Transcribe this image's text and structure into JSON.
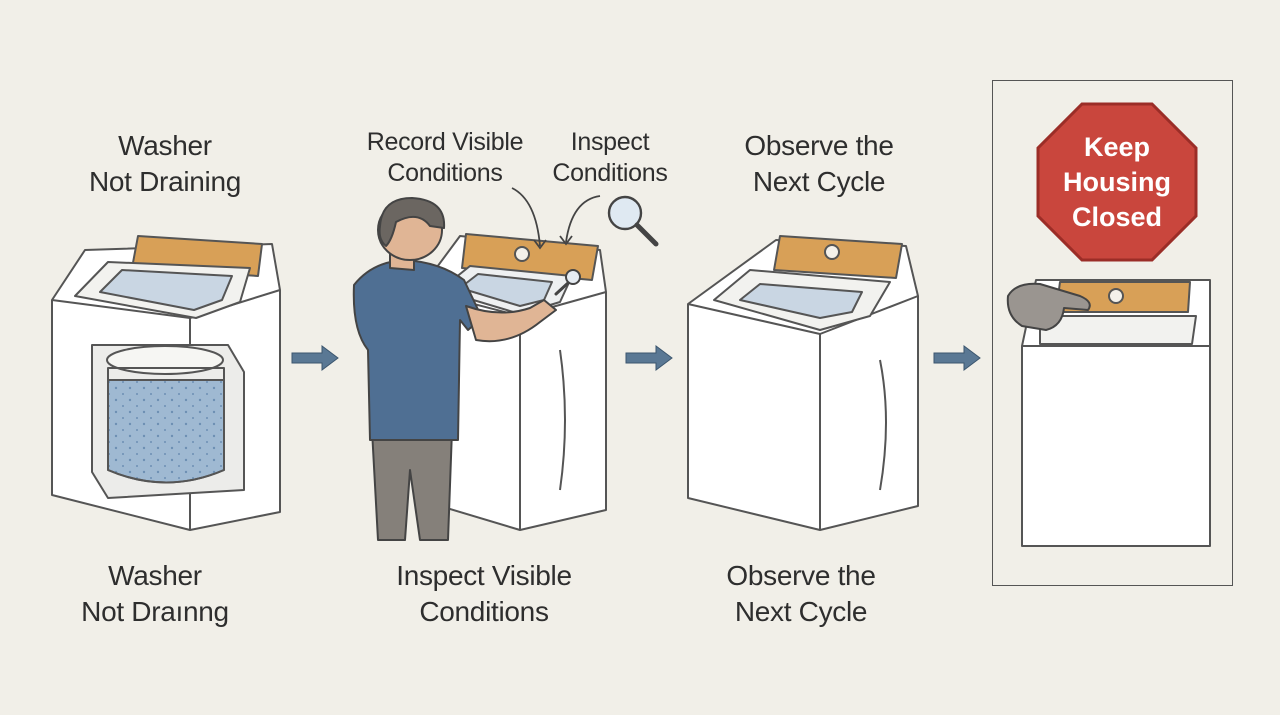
{
  "panels": [
    {
      "top_label": [
        "Washer",
        "Not Draining"
      ],
      "bottom_label": [
        "Washer",
        "Not Draınng"
      ]
    },
    {
      "callouts": [
        {
          "text": [
            "Record Visible",
            "Conditions"
          ]
        },
        {
          "text": [
            "Inspect",
            "Conditions"
          ]
        }
      ],
      "bottom_label": [
        "Inspect Visible",
        "Conditions"
      ]
    },
    {
      "top_label": [
        "Observe the",
        "Next Cycle"
      ],
      "bottom_label": [
        "Observe the",
        "Next Cycle"
      ]
    },
    {
      "sign": [
        "Keep",
        "Housing",
        "Closed"
      ]
    }
  ],
  "icons": [
    "washer-icon",
    "magnifier-icon",
    "arrow-right-icon",
    "stop-sign-icon",
    "pointing-hand-icon",
    "person-icon"
  ],
  "colors": {
    "background": "#f1efe8",
    "panel_orange": "#d8a057",
    "water_blue": "#9fb9d2",
    "shirt_blue": "#4f6f93",
    "arrow_blue": "#5a7894",
    "sign_red": "#c9463d"
  }
}
